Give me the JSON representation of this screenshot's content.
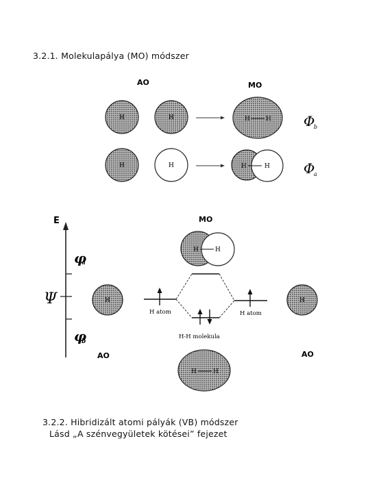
{
  "headings": {
    "section_mo": "3.2.1. Molekulapálya (MO) módszer",
    "section_vb": "3.2.2. Hibridizált atomi pályák (VB) módszer",
    "reference": "Lásd „A szénvegyületek kötései” fejezet"
  },
  "top_diagram": {
    "ao_label": "AO",
    "mo_label": "MO",
    "atom_symbol": "H",
    "phi_bonding": "Φ",
    "phi_bonding_sub": "b",
    "phi_antibonding": "Φ",
    "phi_antibonding_sub": "a"
  },
  "energy_diagram": {
    "e_axis": "E",
    "psi": "Ψ",
    "phi_a": "φ",
    "phi_a_sub": "a",
    "phi_b": "φ",
    "phi_b_sub": "b",
    "mo_label": "MO",
    "ao_left": "AO",
    "ao_right": "AO",
    "h_atom_left": "H atom",
    "h_atom_right": "H atom",
    "molecule": "H-H molekula",
    "atom_symbol": "H"
  }
}
